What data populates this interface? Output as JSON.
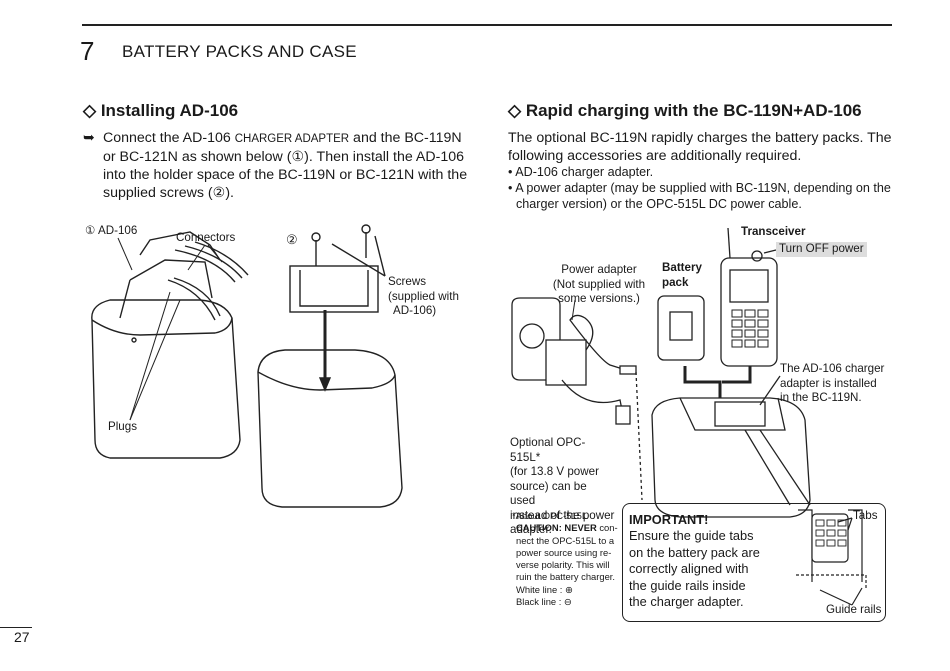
{
  "header": {
    "chapter_number": "7",
    "chapter_title": "BATTERY PACKS AND CASE"
  },
  "left": {
    "heading": "Installing AD-106",
    "bullet_glyph": "➥",
    "para_line1_pre": "Connect the AD-106 ",
    "para_line1_sc": "CHARGER ADAPTER",
    "para_line1_post": " and the BC-119N",
    "para_line2": "or BC-121N as shown below (①). Then install the AD-106",
    "para_line3": "into the holder space of the BC-119N or BC-121N with the",
    "para_line4": "supplied screws (②).",
    "fig": {
      "step1": "① AD-106",
      "connectors": "Connectors",
      "plugs": "Plugs",
      "step2": "②",
      "screws1": "Screws",
      "screws2": "(supplied with",
      "screws3": "AD-106)"
    }
  },
  "right": {
    "heading": "Rapid charging with the BC-119N+AD-106",
    "intro1": "The optional BC-119N rapidly charges the battery packs. The",
    "intro2": "following accessories are additionally required.",
    "bullet1": "• AD-106 charger adapter.",
    "bullet2a": "• A power adapter (may be supplied with BC-119N, depending on the",
    "bullet2b": "charger version) or the OPC-515L DC power cable.",
    "fig": {
      "transceiver": "Transceiver",
      "turn_off": "Turn OFF power",
      "battery1": "Battery",
      "battery2": "pack",
      "power1": "Power adapter",
      "power2": "(Not supplied with",
      "power3": "some versions.)",
      "ad1": "The AD-106 charger",
      "ad2": "adapter  is  installed",
      "ad3": "in the BC-119N.",
      "opc1": "Optional OPC-515L*",
      "opc2": "(for   13.8  V   power",
      "opc3": "source) can be used",
      "opc4": "instead of the power",
      "opc5": "adapter.",
      "note1": "*About OPC-515L",
      "note2_bold": "CAUTION: NEVER",
      "note2_rest": " con-",
      "note3": "nect the OPC-515L to a",
      "note4": "power source using re-",
      "note5": "verse polarity. This will",
      "note6": "ruin the battery charger.",
      "note7": "White line : ⊕",
      "note8": "Black line : ⊖",
      "important_title": "IMPORTANT!",
      "imp1": "Ensure  the  guide  tabs",
      "imp2": "on the battery pack are",
      "imp3": "correctly  aligned  with",
      "imp4": "the  guide  rails  inside",
      "imp5": "the charger adapter.",
      "tabs": "Tabs",
      "guide_rails": "Guide rails"
    }
  },
  "footer": {
    "page_number": "27"
  }
}
